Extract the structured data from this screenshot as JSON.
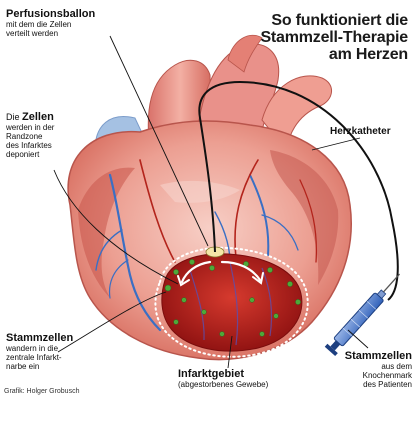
{
  "title": {
    "line1": "So funktioniert die",
    "line2": "Stammzell-Therapie",
    "line3": "am Herzen"
  },
  "labels": {
    "perfusion": {
      "heading": "Perfusionsballon",
      "line1": "mit dem die Zellen",
      "line2": "verteilt werden"
    },
    "cells": {
      "line1_prefix": "Die ",
      "line1_word": "Zellen",
      "line2": "werden in der",
      "line3": "Randzone",
      "line4": "des Infarktes",
      "line5": "deponiert"
    },
    "catheter": {
      "heading": "Herzkatheter"
    },
    "stem_cells_left": {
      "heading": "Stammzellen",
      "line1": "wandern in die",
      "line2": "zentrale Infarkt-",
      "line3": "narbe ein"
    },
    "infarct": {
      "heading": "Infarktgebiet",
      "line1": "(abgestorbenes Gewebe)"
    },
    "stem_cells_right": {
      "heading": "Stammzellen",
      "line1": "aus dem",
      "line2": "Knochenmark",
      "line3": "des Patienten"
    }
  },
  "credit": "Grafik: Holger Grobusch",
  "colors": {
    "heart_light": "#f2b8ae",
    "heart_mid": "#e07a6a",
    "infarct_red": "#b01818",
    "vein_blue": "#3a6fc4",
    "syringe_blue": "#2e5fb8",
    "cell_green": "#4fa83a"
  }
}
